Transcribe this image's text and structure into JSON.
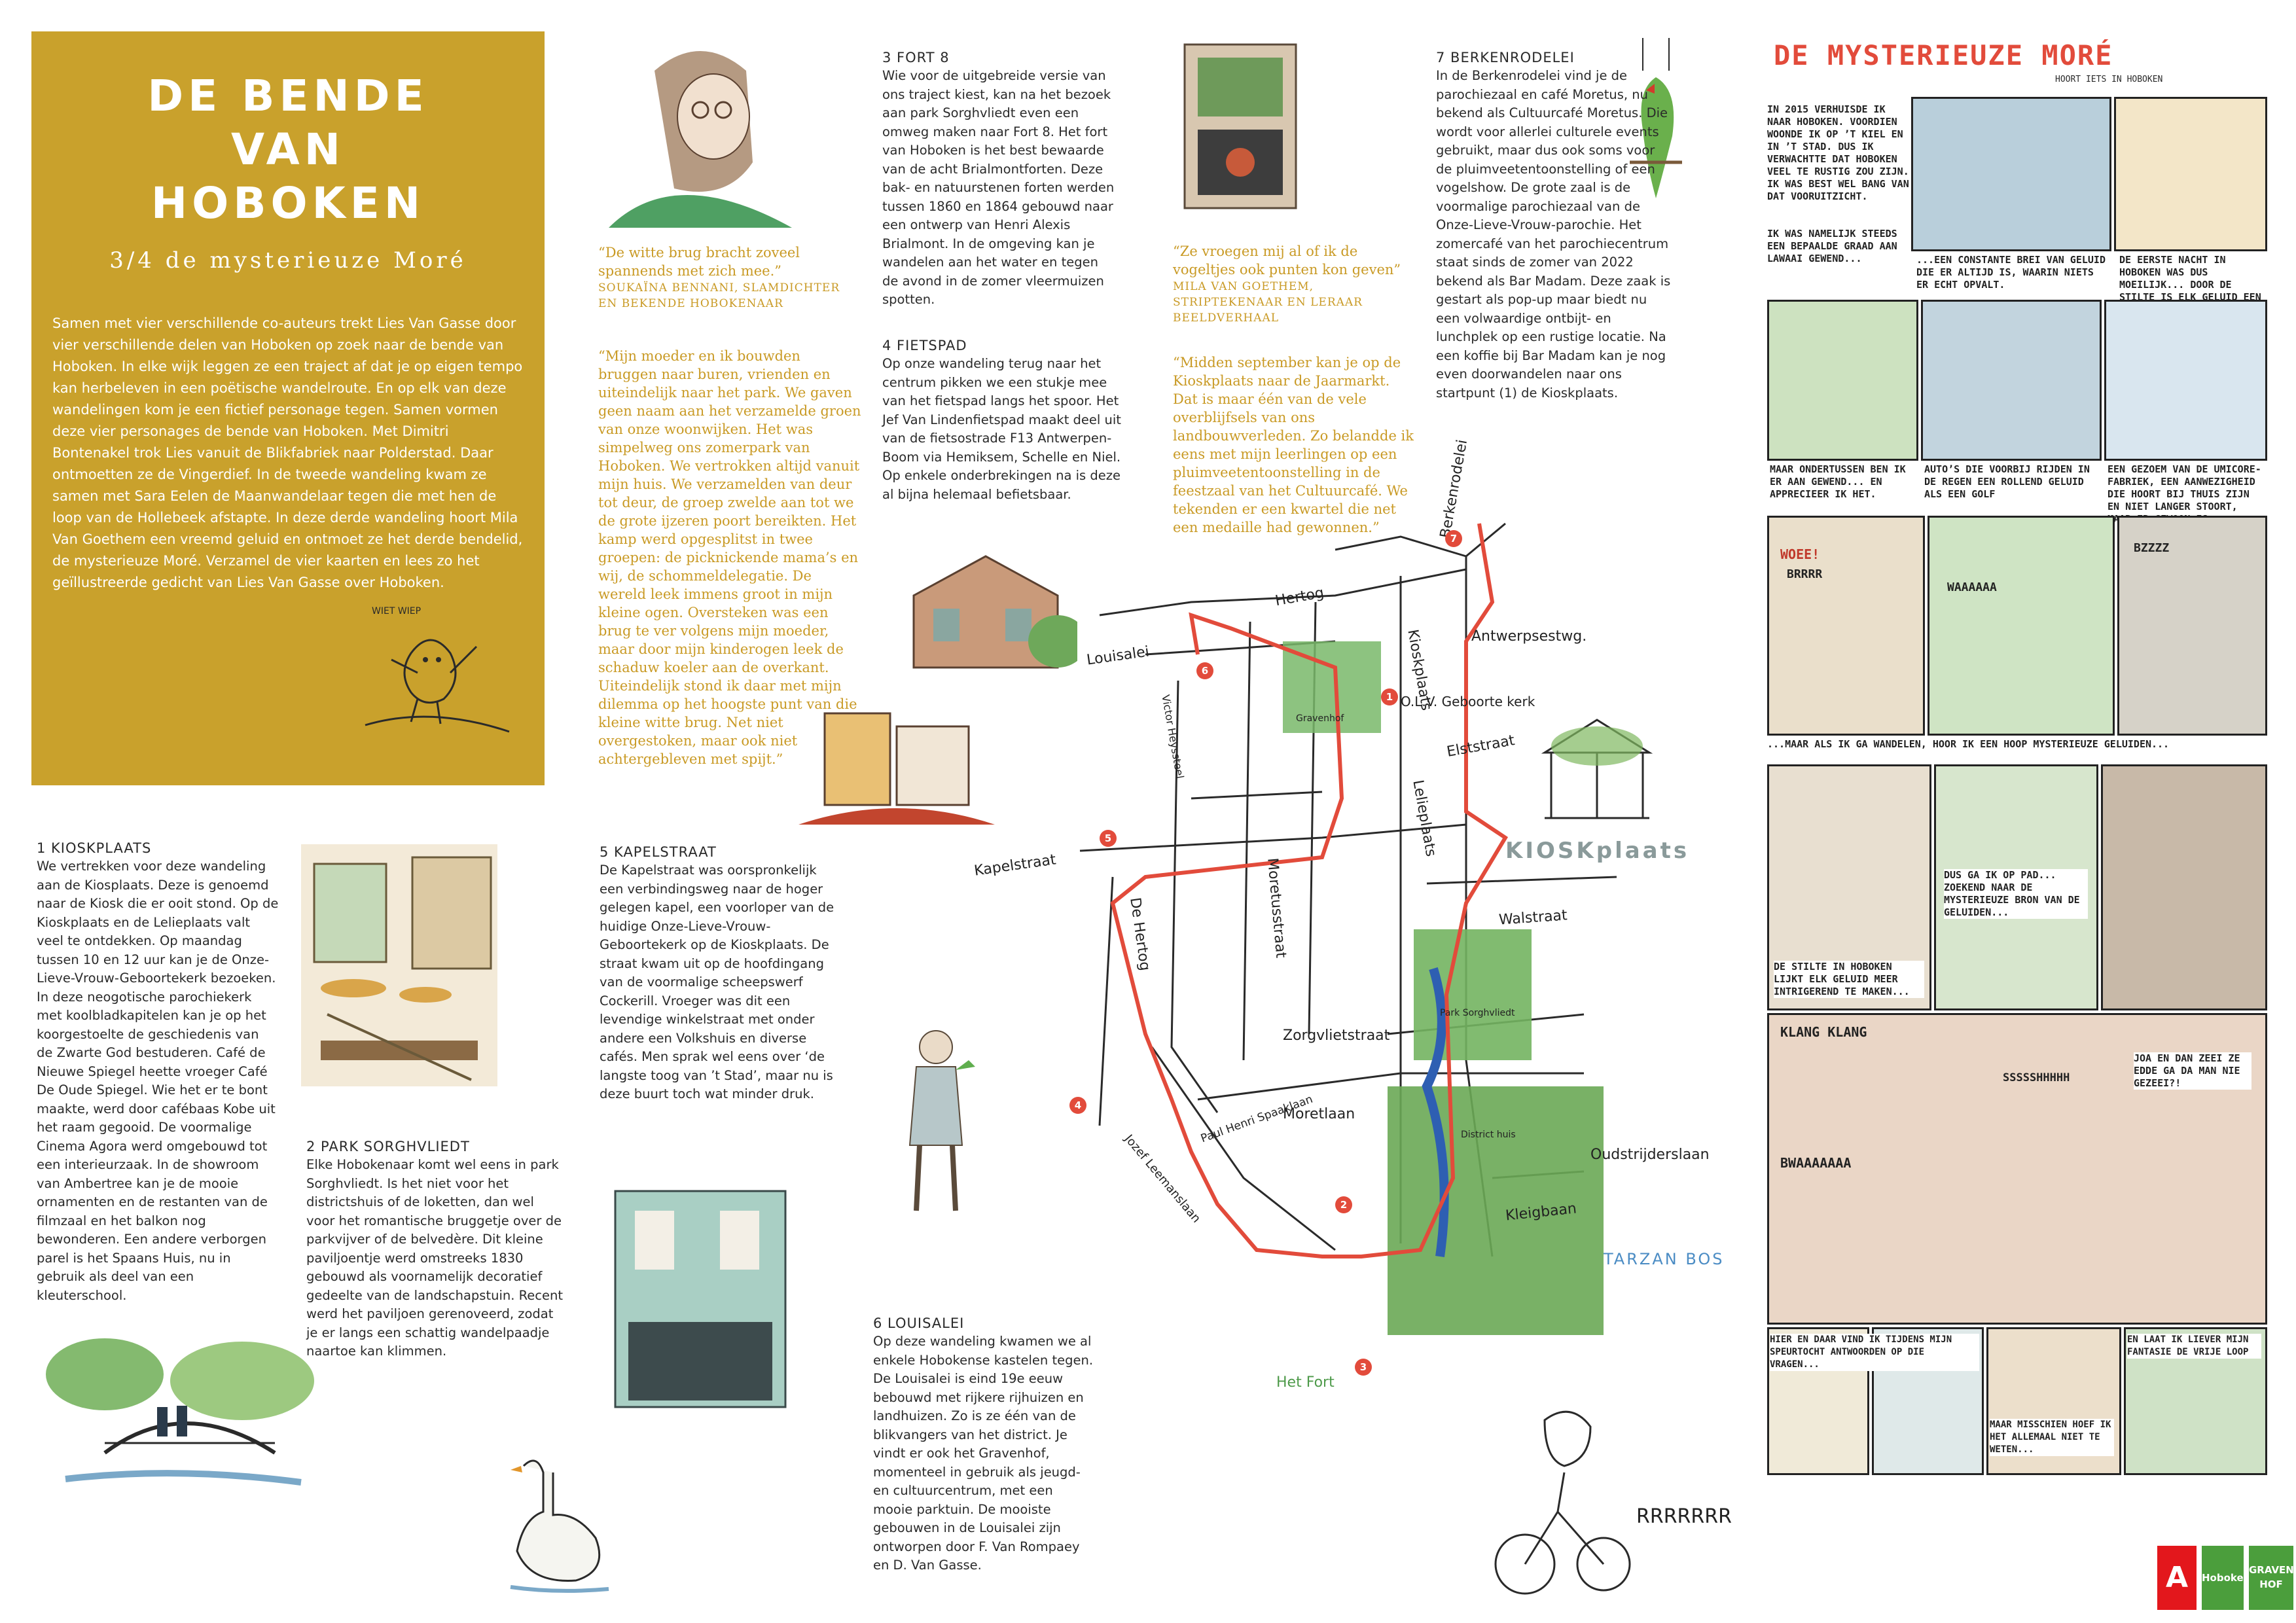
{
  "title": "DE BENDE\nVAN\nHOBOKEN",
  "subtitle": "3/4 de mysterieuze Moré",
  "intro": "Samen met vier verschillende co-auteurs trekt Lies Van Gasse door vier verschillende delen van Hoboken op zoek naar de bende van Hoboken. In elke wijk leggen ze een traject af dat je op eigen tempo kan herbeleven in een poëtische wandelroute. En op elk van deze wandelingen kom je een fictief personage tegen. Samen vormen deze vier personages de bende van Hoboken. Met Dimitri Bontenakel trok Lies vanuit de Blikfabriek naar Polderstad. Daar ontmoetten ze de Vingerdief. In de tweede wandeling kwam ze samen met Sara Eelen de Maanwandelaar tegen die met hen de loop van de Hollebeek afstapte. In deze derde wandeling hoort Mila Van Goethem een vreemd geluid en ontmoet ze het derde bendelid, de mysterieuze Moré. Verzamel de vier kaarten en lees zo het geïllustreerde gedicht van Lies Van Gasse over Hoboken.",
  "bird_sound": "WIET WIEP",
  "sections": {
    "s1": {
      "title": "1  KIOSKPLAATS",
      "body": "We vertrekken voor deze wandeling aan de Kiosplaats. Deze is genoemd naar de Kiosk die er ooit stond. Op de Kioskplaats en de Lelieplaats valt veel te ontdekken. Op maandag tussen 10 en 12 uur kan je de Onze-Lieve-Vrouw-Geboortekerk bezoeken. In deze neogotische parochiekerk met koolbladkapitelen kan je op het koorgestoelte de geschiedenis van de Zwarte God bestuderen. Café de Nieuwe Spiegel heette vroeger Café De Oude Spiegel. Wie het er te bont maakte, werd door cafébaas Kobe uit het raam gegooid. De voormalige Cinema Agora werd omgebouwd tot een interieurzaak. In de showroom van Ambertree kan je de mooie ornamenten en de restanten van de filmzaal en het balkon nog bewonderen. Een andere verborgen parel is het Spaans Huis, nu in gebruik als deel van een kleuterschool."
    },
    "s2": {
      "title": "2  PARK SORGHVLIEDT",
      "body": "Elke Hobokenaar komt wel eens in park Sorghvliedt. Is het niet voor het districtshuis of de loketten, dan wel voor het romantische bruggetje over de parkvijver of de belvedère. Dit kleine paviljoentje werd omstreeks 1830 gebouwd als voornamelijk decoratief gedeelte van de landschapstuin. Recent werd het paviljoen gerenoveerd, zodat je er langs een schattig wandelpaadje naartoe kan klimmen."
    },
    "s3": {
      "title": "3  FORT 8",
      "body": "Wie voor de uitgebreide versie van ons traject kiest, kan na het bezoek aan park Sorghvliedt even een omweg maken naar Fort 8. Het fort van Hoboken is het best bewaarde van de acht Brialmontforten. Deze bak- en natuurstenen forten werden tussen 1860 en 1864 gebouwd naar een ontwerp van Henri Alexis Brialmont. In de omgeving kan je wandelen aan het water en tegen de avond in de zomer vleermuizen spotten."
    },
    "s4": {
      "title": "4  FIETSPAD",
      "body": "Op onze wandeling terug naar het centrum pikken we een stukje mee van het fietspad langs het spoor. Het Jef Van Lindenfietspad maakt deel uit van de fietsostrade F13 Antwerpen-Boom via Hemiksem, Schelle en Niel. Op enkele onderbrekingen na is deze al bijna helemaal befietsbaar."
    },
    "s5": {
      "title": "5  KAPELSTRAAT",
      "body": "De Kapelstraat was oorspronkelijk een verbindingsweg naar de hoger gelegen kapel, een voorloper van de huidige Onze-Lieve-Vrouw-Geboortekerk op de Kioskplaats. De straat kwam uit op de hoofdingang van de voormalige scheepswerf Cockerill. Vroeger was dit een levendige winkelstraat met onder andere een Volkshuis en diverse cafés. Men sprak wel eens over ‘de langste toog van ’t Stad’, maar nu is deze buurt toch wat minder druk."
    },
    "s6": {
      "title": "6  LOUISALEI",
      "body": "Op deze wandeling kwamen we al enkele Hobokense kastelen tegen. De Louisalei is eind 19e eeuw bebouwd met rijkere rijhuizen en landhuizen. Zo is ze één van de blikvangers van het district. Je vindt er ook het Gravenhof, momenteel in gebruik als jeugd- en cultuurcentrum, met een mooie parktuin. De mooiste gebouwen in de Louisalei zijn ontworpen door F. Van Rompaey en D. Van Gasse."
    },
    "s7": {
      "title": "7  BERKENRODELEI",
      "body": "In de Berkenrodelei vind je de parochiezaal en café Moretus, nu bekend als Cultuurcafé Moretus. Die wordt voor allerlei culturele events gebruikt, maar dus ook soms voor de pluimveetentoonstelling of een vogelshow. De grote zaal is de voormalige parochiezaal van de Onze-Lieve-Vrouw-parochie. Het zomercafé van het parochiecentrum staat sinds de zomer van 2022 bekend als Bar Madam. Deze zaak is gestart als pop-up maar biedt nu een volwaardige ontbijt- en lunchplek op een rustige locatie. Na een koffie bij Bar Madam kan je nog even doorwandelen naar ons startpunt (1) de Kioskplaats."
    }
  },
  "quotes": {
    "q1": {
      "text": "“De witte brug bracht zoveel spannends met zich mee.”",
      "credit": "SOUKAÏNA BENNANI, SLAMDICHTER EN BEKENDE HOBOKENAAR"
    },
    "q1b": {
      "text": "“Mijn moeder en ik bouwden bruggen naar buren, vrienden en uiteindelijk naar het park. We gaven geen naam aan het verzamelde groen van onze woonwijken. Het was simpelweg ons zomerpark van Hoboken. We vertrokken altijd vanuit mijn huis. We verzamelden van deur tot deur, de groep zwelde aan tot we de grote ijzeren poort bereikten. Het kamp werd opgesplitst in twee groepen: de picknickende mama’s en wij, de schommeldelegatie. De wereld leek immens groot in mijn kleine ogen. Oversteken was een brug te ver volgens mijn moeder, maar door mijn kinderogen leek de schaduw koeler aan de overkant. Uiteindelijk stond ik daar met mijn dilemma op het hoogste punt van die kleine witte brug. Net niet overgestoken, maar ook niet achtergebleven met spijt.”"
    },
    "q2": {
      "text": "“Ze vroegen mij al of ik de vogeltjes ook punten kon geven”",
      "credit": "MILA VAN GOETHEM, STRIPTEKENAAR EN LERAAR BEELDVERHAAL"
    },
    "q2b": {
      "text": "“Midden september kan je op de Kioskplaats naar de Jaarmarkt. Dat is maar één van de vele overblijfsels van ons landbouwverleden. Zo belandde ik eens met mijn leerlingen op een pluimveetentoonstelling in de feestzaal van het Cultuurcafé. We tekenden er een kwartel die net een medaille had gewonnen.”"
    }
  },
  "map": {
    "streets": [
      "Berkenrodelei",
      "Hertog",
      "Antwerpsestwg.",
      "Louisalei",
      "Kioskplaats",
      "O.L.V. Geboorte kerk",
      "Elststraat",
      "Lelieplaats",
      "Kapelstraat",
      "De Hertog",
      "Moretusstraat",
      "Walstraat",
      "Zorgvlietstraat",
      "Moretlaan",
      "Paul Henri Spaaklaan",
      "Jozef Leemanslaan",
      "Oudstrijderslaan",
      "Kleigbaan",
      "Het Fort",
      "Park Sorghvliedt",
      "District huis",
      "Gravenhof",
      "Victor Heyssteel"
    ],
    "kiosk_label": "KIOSKplaats",
    "tarzan_label": "TARZAN BOS",
    "pins": [
      "1",
      "2",
      "3",
      "4",
      "5",
      "6",
      "7"
    ],
    "sound": "RRRRRRR"
  },
  "comic": {
    "title": "DE MYSTERIEUZE MORÉ",
    "byline": "HOORT IETS IN HOBOKEN",
    "p1": "IN 2015 VERHUISDE IK NAAR HOBOKEN. VOORDIEN WOONDE IK OP ’T KIEL EN IN ’T STAD. DUS IK VERWACHTTE DAT HOBOKEN VEEL TE RUSTIG ZOU ZIJN. IK WAS BEST WEL BANG VAN DAT VOORUITZICHT.",
    "p2": "IK WAS NAMELIJK STEEDS EEN BEPAALDE GRAAD AAN LAWAAI GEWEND...",
    "p3": "...EEN CONSTANTE BREI VAN GELUID DIE ER ALTIJD IS, WAARIN NIETS ER ECHT OPVALT.",
    "p4": "DE EERSTE NACHT IN HOBOKEN WAS DUS MOEILIJK... DOOR DE STILTE IS ELK GELUID EEN INTERPUNCTIE.",
    "p5": "MAAR ONDERTUSSEN BEN IK ER AAN GEWEND... EN APPRECIEER IK HET.",
    "p6": "AUTO’S DIE VOORBIJ RIJDEN IN DE REGEN EEN ROLLEND GELUID ALS EEN GOLF",
    "p7": "EEN GEZOEM VAN DE UMICORE-FABRIEK, EEN AANWEZIGHEID DIE HOORT BIJ THUIS ZIJN EN NIET LANGER STOORT, MAAR ER GEWOON IS.",
    "p8": "...MAAR ALS IK GA WANDELEN, HOOR IK EEN HOOP MYSTERIEUZE GELUIDEN...",
    "p9": "DUS GA IK OP PAD... ZOEKEND NAAR DE MYSTERIEUZE BRON VAN DE GELUIDEN...",
    "p10": "DE STILTE IN HOBOKEN LIJKT ELK GELUID MEER INTRIGEREND TE MAKEN...",
    "p11": "JOA EN DAN ZEEI ZE EDDE GA DA MAN NIE GEZEEI?!",
    "p12": "HIER EN DAAR VIND IK TIJDENS MIJN SPEURTOCHT ANTWOORDEN OP DIE VRAGEN...",
    "p13": "MAAR MISSCHIEN HOEF IK HET ALLEMAAL NIET TE WETEN...",
    "p14": "EN LAAT IK LIEVER MIJN FANTASIE DE VRIJE LOOP",
    "sfx": [
      "WOEE!",
      "BRRRR",
      "KLANG KLANG",
      "BWAAAAAAA",
      "BZZZZ",
      "SSSSSHHHHH",
      "WAAAAAA"
    ]
  },
  "logos": {
    "a": "A",
    "hoboken": "Hoboken",
    "gravenhof": "GRAVEN HOF"
  },
  "colors": {
    "gold": "#c9a12c",
    "route_red": "#e24b3b",
    "green": "#4e9a4a",
    "logo_red": "#e3171c",
    "logo_green": "#4b9e3c"
  }
}
